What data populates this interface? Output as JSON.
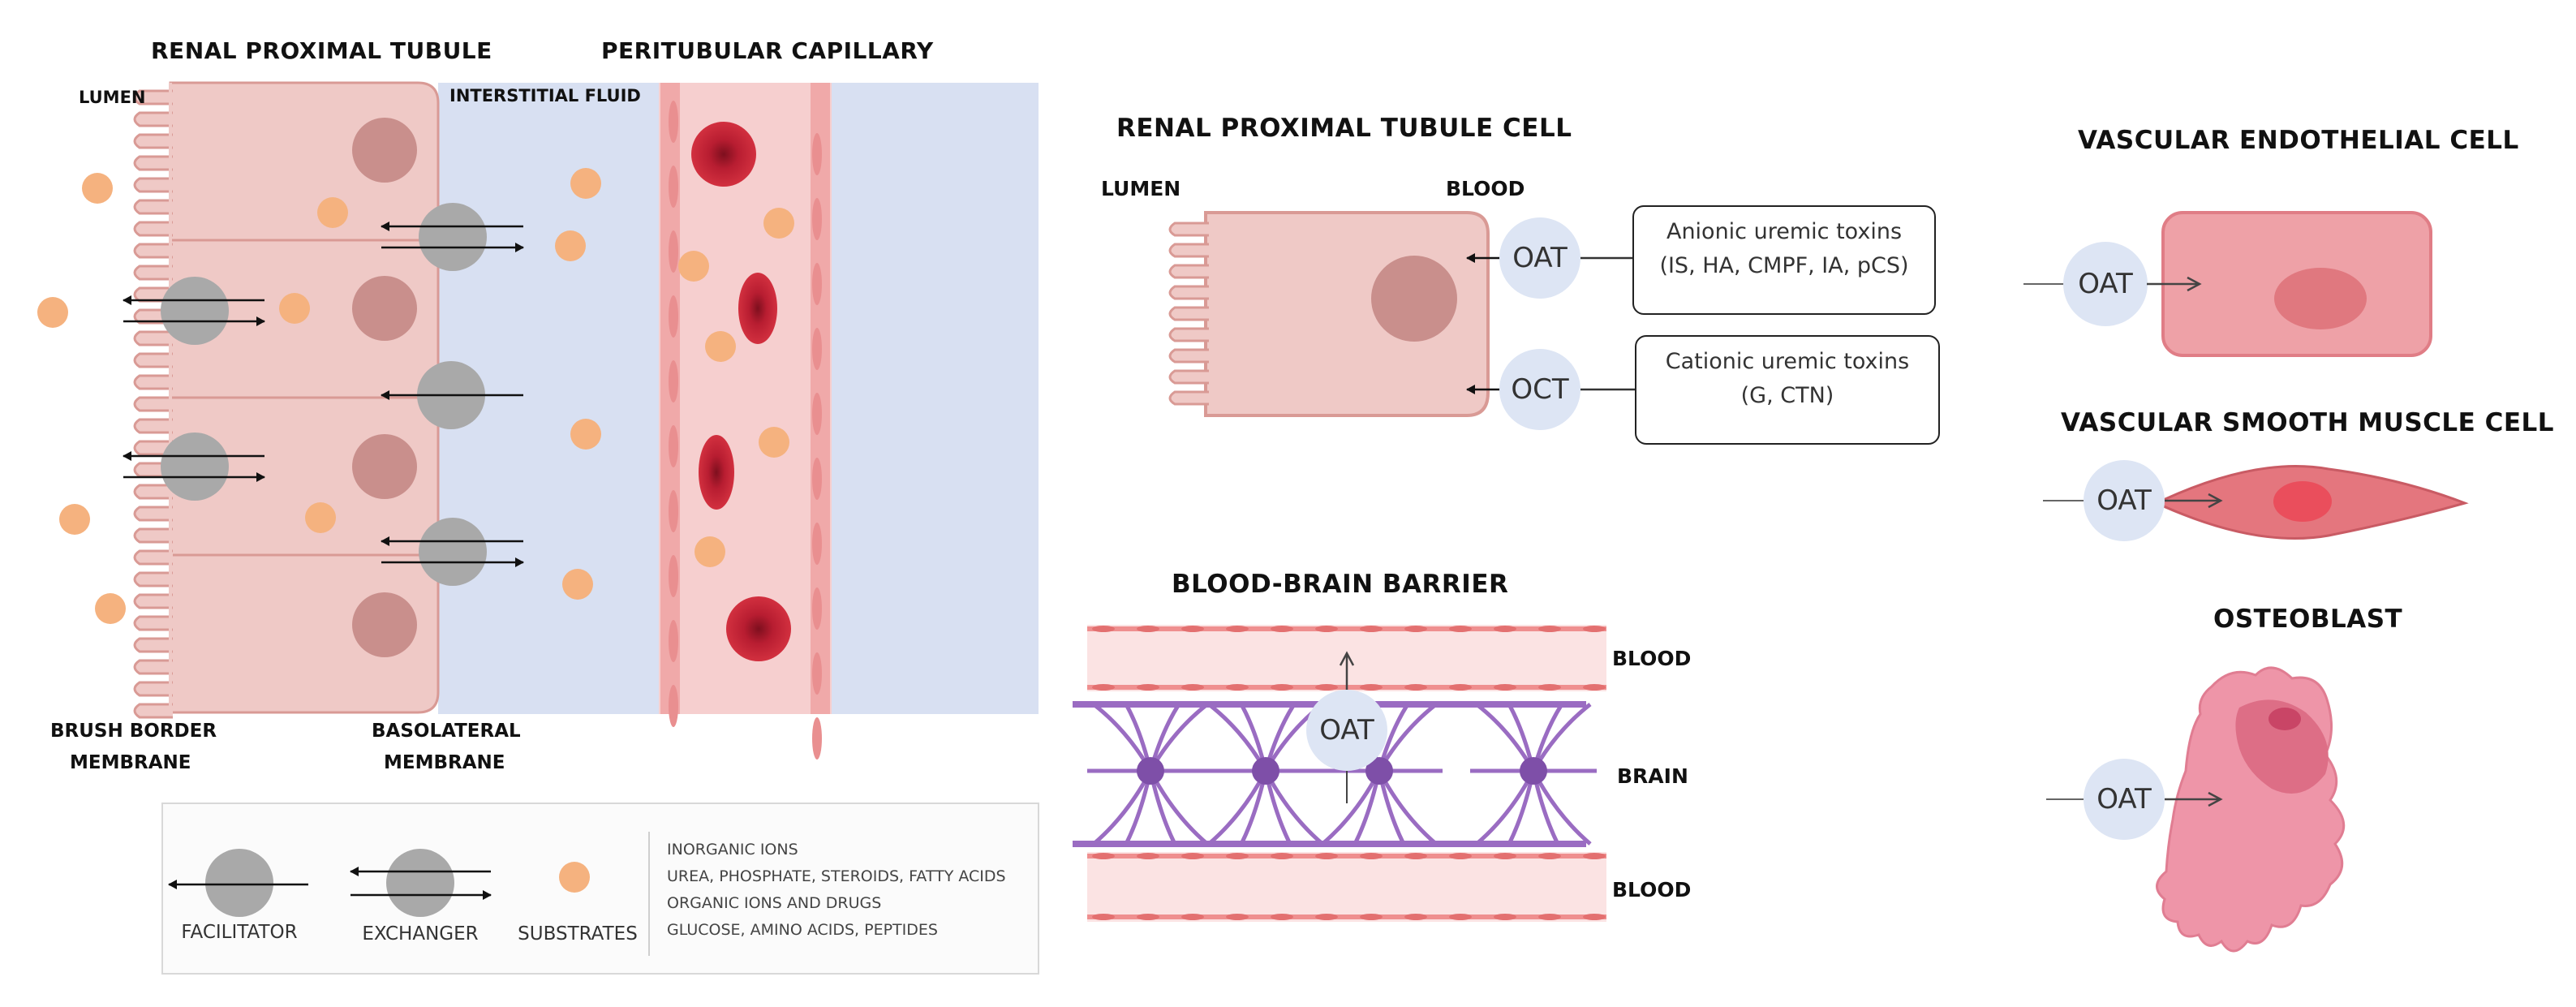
{
  "left_panel": {
    "title_tubule": "RENAL PROXIMAL TUBULE",
    "title_capillary": "PERITUBULAR CAPILLARY",
    "lumen": "LUMEN",
    "interstitial": "INTERSTITIAL FLUID",
    "brush_border_1": "BRUSH BORDER",
    "brush_border_2": "MEMBRANE",
    "basolateral_1": "BASOLATERAL",
    "basolateral_2": "MEMBRANE"
  },
  "legend": {
    "facilitator": "FACILITATOR",
    "exchanger": "EXCHANGER",
    "substrates": "SUBSTRATES",
    "substrate_list": [
      "INORGANIC IONS",
      "UREA, PHOSPHATE, STEROIDS, FATTY ACIDS",
      "ORGANIC IONS AND DRUGS",
      "GLUCOSE, AMINO ACIDS, PEPTIDES"
    ]
  },
  "cell_panel": {
    "title": "RENAL PROXIMAL TUBULE CELL",
    "lumen": "LUMEN",
    "blood": "BLOOD",
    "oat": "OAT",
    "oct": "OCT",
    "anionic_line1": "Anionic uremic toxins",
    "anionic_line2": "(IS, HA, CMPF, IA, pCS)",
    "cationic_line1": "Cationic uremic toxins",
    "cationic_line2": "(G, CTN)"
  },
  "bbb": {
    "title": "BLOOD-BRAIN BARRIER",
    "blood_top": "BLOOD",
    "brain": "BRAIN",
    "blood_bottom": "BLOOD",
    "oat": "OAT"
  },
  "right_panel": {
    "endothelial_title": "VASCULAR ENDOTHELIAL CELL",
    "smooth_muscle_title": "VASCULAR SMOOTH MUSCLE CELL",
    "osteoblast_title": "OSTEOBLAST",
    "oat": "OAT"
  },
  "colors": {
    "cell_fill": "#efc9c6",
    "cell_stroke": "#d99a95",
    "nucleus": "#c98f8c",
    "interstitial": "#d8e0f2",
    "capillary": "#f6cfcf",
    "rbc": "#c9283a",
    "substrate": "#f5b27f",
    "transporter": "#a9a9a9",
    "oat_bubble": "#dde5f4",
    "astrocyte": "#9a6cc2",
    "endothelial": "#eea1a7",
    "osteoblast": "#ee95a8"
  }
}
